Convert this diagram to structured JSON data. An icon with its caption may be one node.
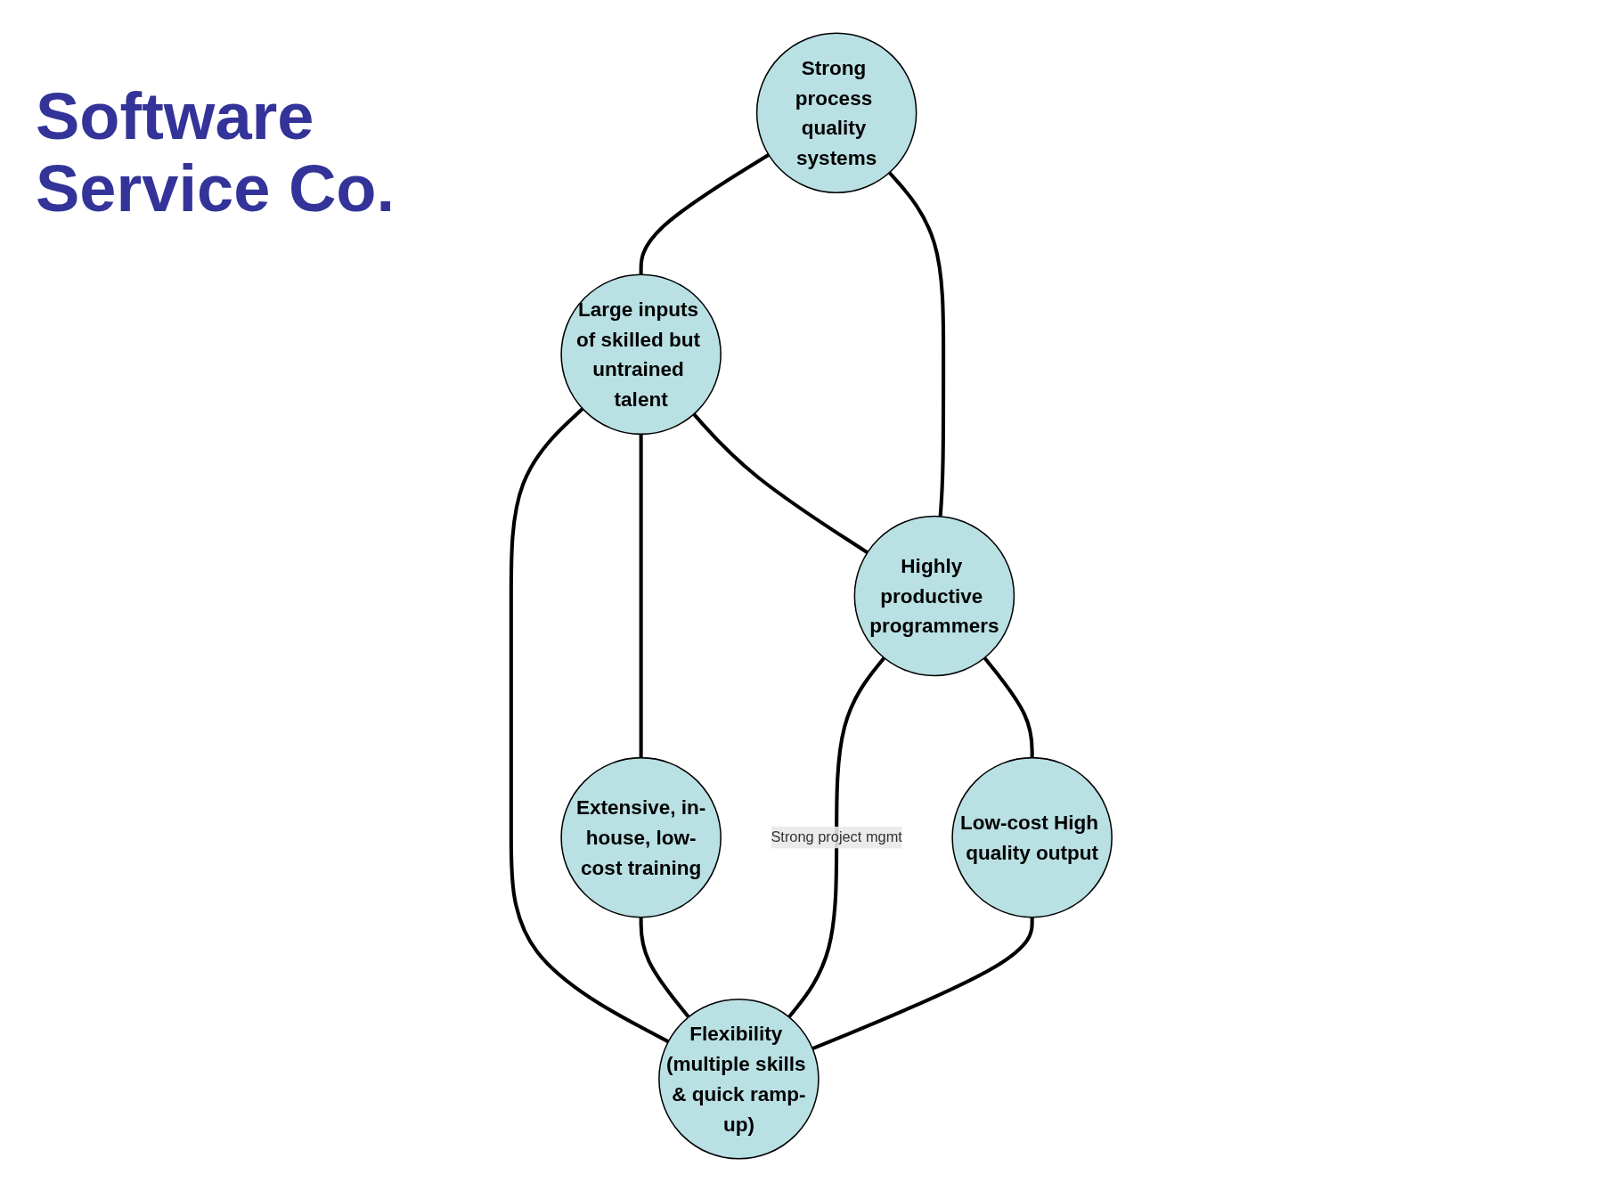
{
  "diagram": {
    "title": "Software Service Co.",
    "nodes": [
      {
        "text": [
          "Large inputs of skilled but untrained talent"
        ]
      },
      {
        "text": [
          "Strong process quality systems"
        ]
      },
      {
        "text": [
          "Extensive, in-house, low-cost training"
        ]
      },
      {
        "text": [
          "Highly productive programmers"
        ]
      },
      {
        "text": [
          "Flexibility (multiple skills & quick ramp-up)"
        ]
      },
      {
        "text": [
          "Low-cost High quality output"
        ]
      }
    ],
    "edges": [
      {
        "from": 1,
        "to": 0,
        "arrow": "none"
      },
      {
        "from": 0,
        "to": 2,
        "arrow": "none"
      },
      {
        "from": 0,
        "to": 3,
        "arrow": "none"
      },
      {
        "from": 0,
        "to": 4,
        "arrow": "none"
      },
      {
        "from": 1,
        "to": 3,
        "arrow": "none"
      },
      {
        "from": 2,
        "to": 4,
        "arrow": "none"
      },
      {
        "from": 3,
        "to": 4,
        "arrow": "none",
        "label": "Strong project mgmt"
      },
      {
        "from": 3,
        "to": 5,
        "arrow": "none"
      },
      {
        "from": 5,
        "to": 4,
        "arrow": "none"
      }
    ]
  }
}
